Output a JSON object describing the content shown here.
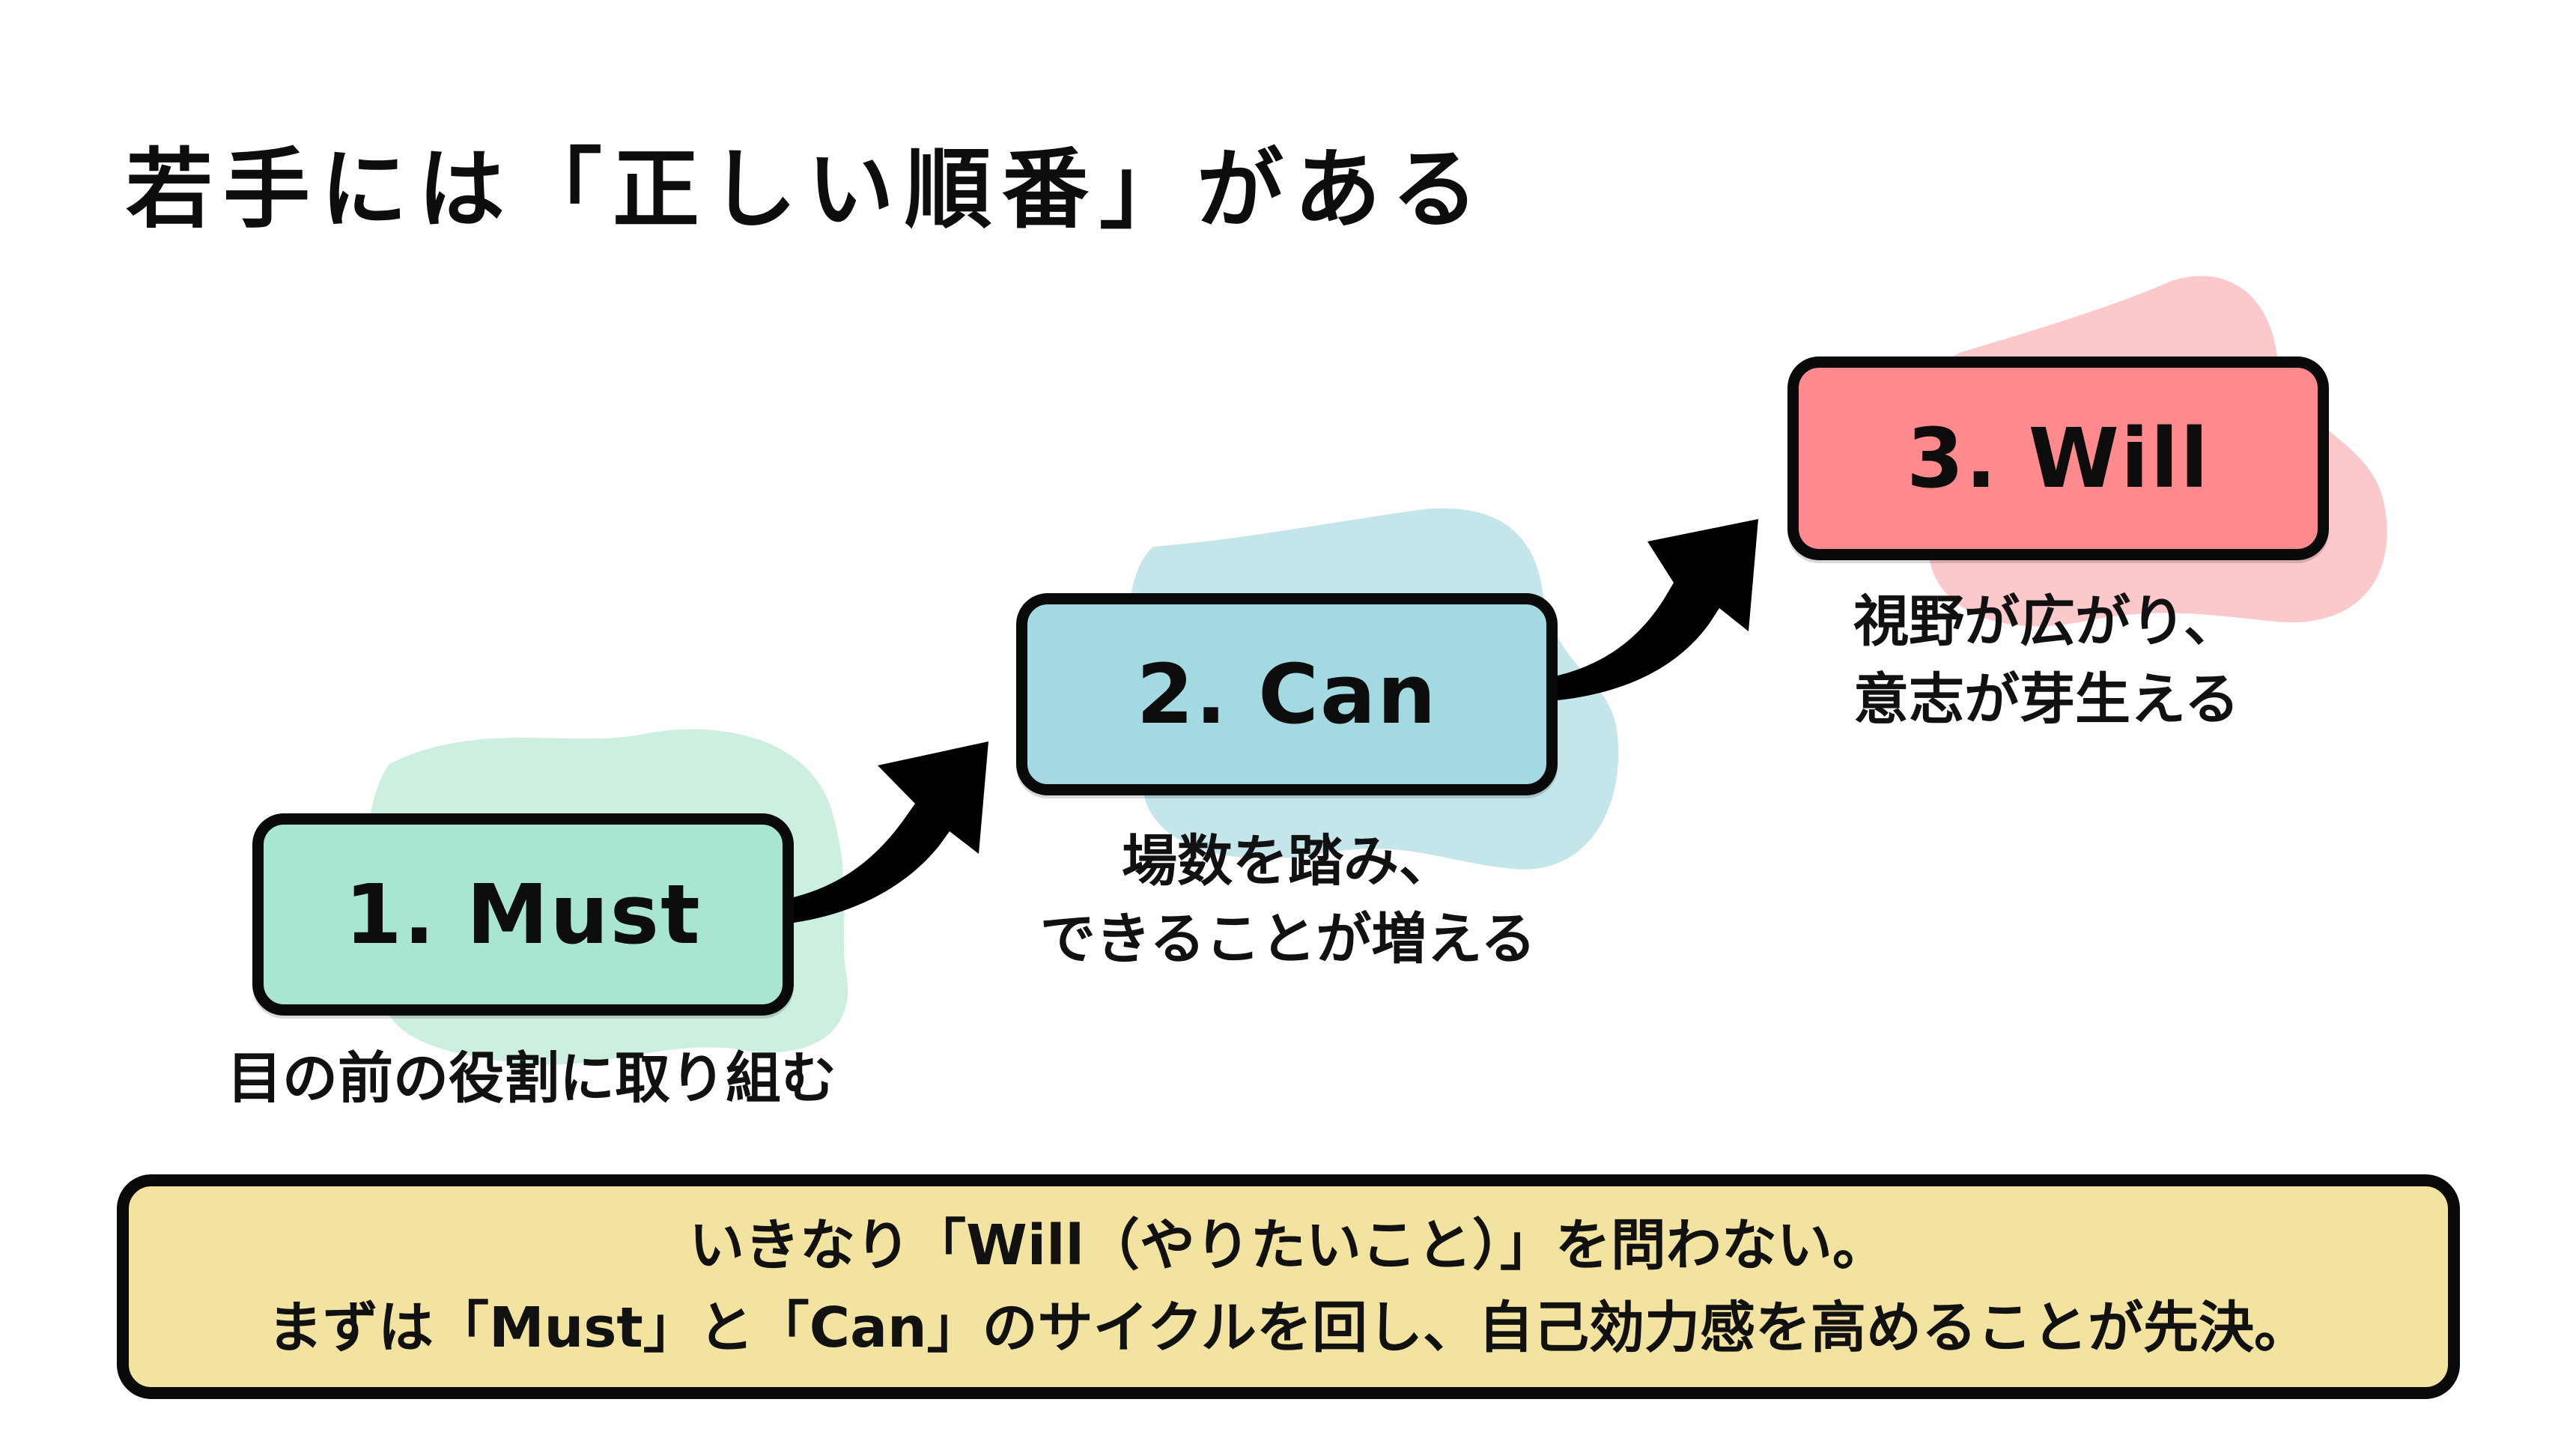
{
  "title": "若手には「正しい順番」がある",
  "steps": [
    {
      "id": "must",
      "label": "1. Must",
      "caption_lines": [
        "目の前の役割に取り組む"
      ],
      "fill_color": "#A8E6CF",
      "blob_color": "#CDEFE0"
    },
    {
      "id": "can",
      "label": "2. Can",
      "caption_lines": [
        "場数を踏み、",
        "できることが増える"
      ],
      "fill_color": "#A3D9E1",
      "blob_color": "#C4E6EA"
    },
    {
      "id": "will",
      "label": "3. Will",
      "caption_lines": [
        "視野が広がり、",
        "意志が芽生える"
      ],
      "fill_color": "#FF8A8E",
      "blob_color": "#FBC9CB"
    }
  ],
  "arrows": [
    {
      "from": "must",
      "to": "can",
      "icon": "curved-arrow-up-right"
    },
    {
      "from": "can",
      "to": "will",
      "icon": "curved-arrow-up-right"
    }
  ],
  "summary": {
    "lines": [
      "いきなり「Will（やりたいこと）」を問わない。",
      "まずは「Must」と「Can」のサイクルを回し、自己効力感を高めることが先決。"
    ],
    "fill_color": "#F3E3A0",
    "border_color": "#0A0A0A"
  },
  "colors": {
    "background": "#FFFFFF",
    "text": "#111111",
    "arrow": "#000000"
  }
}
